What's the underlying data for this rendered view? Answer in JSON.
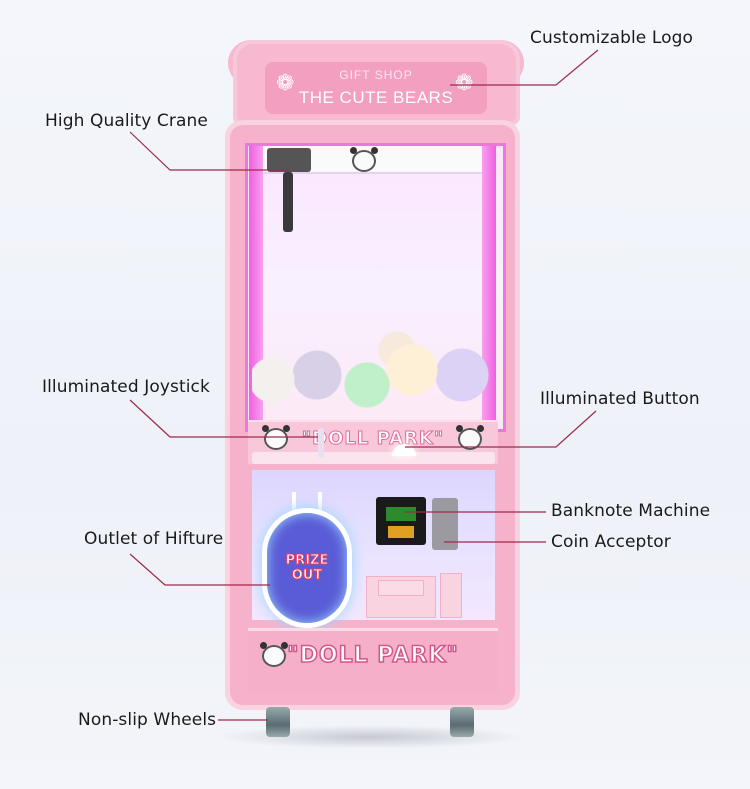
{
  "machine": {
    "logo_top": "GIFT SHOP",
    "logo_main": "THE CUTE BEARS",
    "band_text": "\"DOLL PARK\"",
    "prize_text": "PRIZE\nOUT",
    "base_text": "\"DOLL PARK\""
  },
  "callouts": {
    "customizable_logo": "Customizable Logo",
    "high_quality_crane": "High Quality Crane",
    "illuminated_joystick": "Illuminated Joystick",
    "illuminated_button": "Illuminated Button",
    "banknote_machine": "Banknote Machine",
    "coin_acceptor": "Coin Acceptor",
    "outlet": "Outlet of Hifture",
    "non_slip_wheels": "Non-slip Wheels"
  },
  "colors": {
    "cabinet": "#f7b2cb",
    "leader_line": "#9c2a4a",
    "glass_frame": "#e879d8"
  }
}
